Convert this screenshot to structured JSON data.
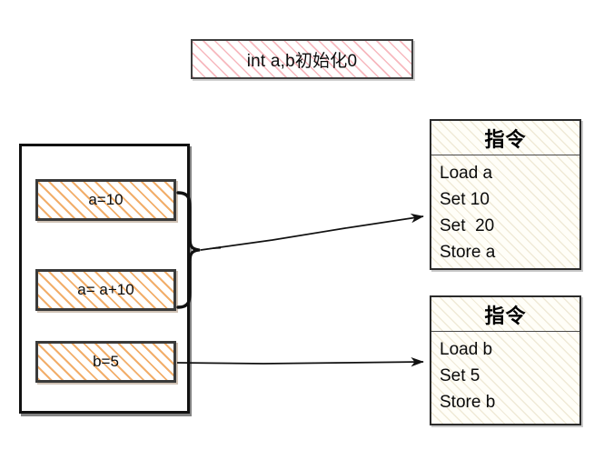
{
  "title_box": {
    "text": "int a,b初始化0",
    "fill": "#ffffff",
    "hatch_color": "#f4a0a8",
    "border_color": "#3f3f3f"
  },
  "code_container": {
    "border_color": "#111111",
    "statements": [
      {
        "text": "a=10"
      },
      {
        "text": "a= a+10"
      },
      {
        "text": "b=5"
      }
    ],
    "hatch_color": "#f0a050",
    "box_border_color": "#3a3a3a"
  },
  "instruction_panels": [
    {
      "header": "指令",
      "lines": [
        "Load a",
        "Set 10",
        "Set  20",
        "Store a"
      ]
    },
    {
      "header": "指令",
      "lines": [
        "Load b",
        "Set 5",
        "Store b"
      ]
    }
  ],
  "connectors": {
    "brace_label": "brace-grouping-a-statements",
    "arrow_1_label": "arrow-to-instruction-panel-a",
    "arrow_2_label": "arrow-to-instruction-panel-b",
    "stroke": "#111111"
  }
}
